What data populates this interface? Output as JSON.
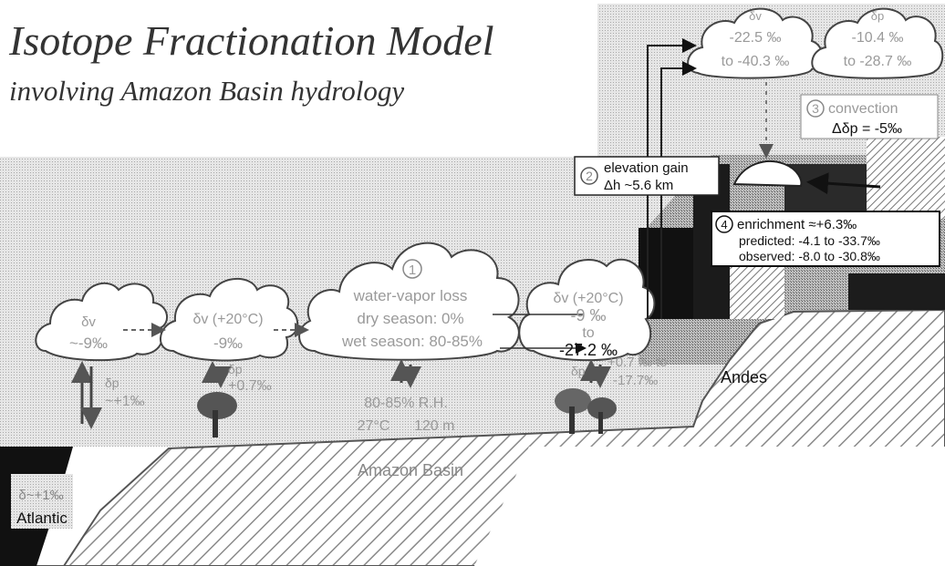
{
  "title": "Isotope Fractionation Model",
  "subtitle": "involving Amazon Basin hydrology",
  "clouds": {
    "c1": {
      "line1": "δv",
      "line2": "~-9‰"
    },
    "c2": {
      "line1": "δv (+20°C)",
      "line2": "-9‰"
    },
    "c3": {
      "num": "1",
      "line1": "water-vapor loss",
      "line2": "dry season:  0%",
      "line3": "wet season:  80-85%"
    },
    "c4": {
      "line1": "δv (+20°C)",
      "line2": "-9 ‰",
      "line3": "to",
      "line4": "-27.2 ‰"
    },
    "c5": {
      "line1": "δv",
      "line2": "-22.5 ‰",
      "line3": "to -40.3 ‰"
    },
    "c6": {
      "line1": "δp",
      "line2": "-10.4 ‰",
      "line3": "to -28.7 ‰"
    }
  },
  "labels": {
    "atl_dp": "δp",
    "atl_val": "~+1‰",
    "c2_dp": "δp",
    "c2_val": "+0.7‰",
    "rh": "80-85% R.H.",
    "temp_elev": "27°C      120 m",
    "c4_dp": "δp",
    "c4_val1": "+0.7 ‰ to",
    "c4_val2": "-17.7‰",
    "ocean_delta": "δ~+1‰",
    "ocean_name": "Atlantic",
    "basin": "Amazon Basin",
    "andes": "Andes"
  },
  "callouts": {
    "elev": {
      "num": "2",
      "line1": "elevation gain",
      "line2": "Δh ~5.6 km"
    },
    "conv": {
      "num": "3",
      "line1": "convection",
      "line2": "Δδp = -5‰"
    },
    "enrich": {
      "num": "4",
      "line1": "enrichment ≈+6.3‰",
      "line2": "predicted:  -4.1 to -33.7‰",
      "line3": "observed:  -8.0 to -30.8‰"
    }
  }
}
